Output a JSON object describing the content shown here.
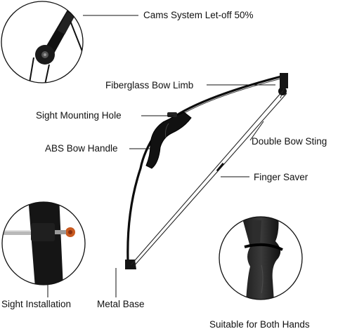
{
  "labels": {
    "cams": "Cams System Let-off 50%",
    "limb": "Fiberglass Bow Limb",
    "sight_hole": "Sight Mounting Hole",
    "double_string": "Double Bow Sting",
    "handle": "ABS Bow Handle",
    "finger_saver": "Finger Saver",
    "sight_install": "Sight Installation",
    "metal_base": "Metal Base",
    "both_hands": "Suitable for Both Hands"
  },
  "colors": {
    "line": "#111111",
    "bow": "#0c0c0c",
    "accent_orange": "#c85a20",
    "steel": "#b9b9b9"
  }
}
